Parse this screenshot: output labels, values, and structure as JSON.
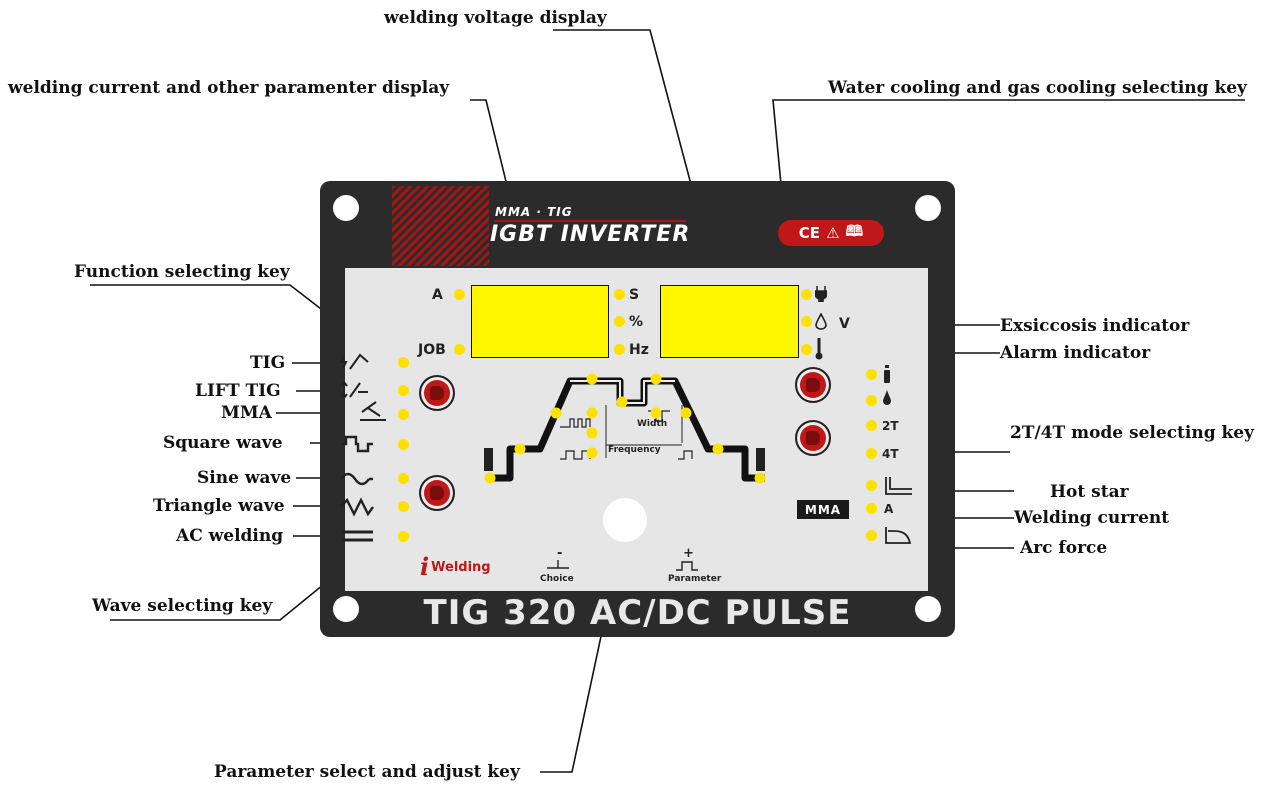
{
  "callouts": {
    "welding_voltage_display": "welding voltage  display",
    "welding_current_display": "welding current and other paramenter display",
    "water_gas_cooling_key": "Water cooling and gas cooling selecting key",
    "function_selecting_key": "Function selecting key",
    "exsiccosis_indicator": "Exsiccosis indicator",
    "alarm_indicator": "Alarm indicator",
    "tig": "TIG",
    "lift_tig": "LIFT TIG",
    "mma": "MMA",
    "square_wave": "Square wave",
    "sine_wave": "Sine wave",
    "triangle_wave": "Triangle wave",
    "ac_welding": "AC welding",
    "mode_2t4t_key": "2T/4T mode selecting key",
    "hot_star": "Hot star",
    "welding_current": "Welding current",
    "arc_force": "Arc force",
    "wave_selecting_key": "Wave selecting key",
    "parameter_key": "Parameter select and adjust key"
  },
  "panel": {
    "brand_sub": "MMA · TIG",
    "brand_main": "IGBT INVERTER",
    "cert": [
      "CE",
      "⚠",
      "🕮"
    ],
    "model": "TIG 320 AC/DC PULSE",
    "left_display_labels": {
      "top": "A",
      "bottom": "JOB"
    },
    "mid_labels": {
      "s": "S",
      "pct": "%",
      "hz": "Hz"
    },
    "right_display_labels": {
      "v": "V"
    },
    "right_column": {
      "t2": "2T",
      "t4": "4T",
      "a": "A"
    },
    "mma_badge": "MMA",
    "i_welding_i": "i",
    "i_welding": "Welding",
    "width": "Width",
    "frequency": "Frequency",
    "choice_sign": "-",
    "choice": "Choice",
    "parameter_sign": "+",
    "parameter": "Parameter"
  },
  "colors": {
    "panel": "#2b2b2b",
    "face": "#e6e6e6",
    "display": "#fff700",
    "led": "#ffe100",
    "accent": "#c01818"
  }
}
